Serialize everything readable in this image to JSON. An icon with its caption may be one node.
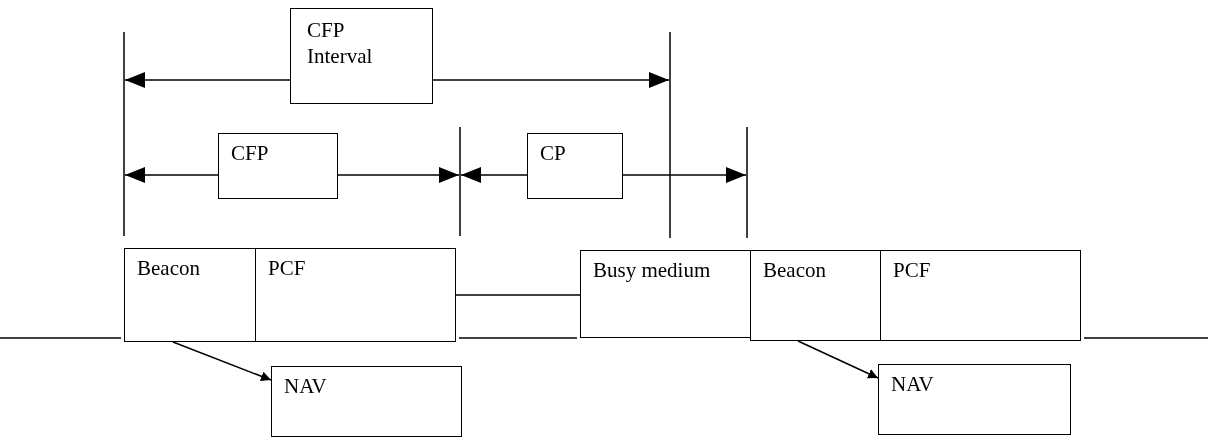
{
  "diagram": {
    "nodes": [
      {
        "text": [
          "CFP Interval"
        ]
      },
      {
        "text": [
          "CFP"
        ]
      },
      {
        "text": [
          "CP"
        ]
      },
      {
        "text": [
          "Beacon"
        ]
      },
      {
        "text": [
          "PCF"
        ]
      },
      {
        "text": [
          "Busy medium"
        ]
      },
      {
        "text": [
          "Beacon"
        ]
      },
      {
        "text": [
          "PCF"
        ]
      },
      {
        "text": [
          "NAV"
        ]
      },
      {
        "text": [
          "NAV"
        ]
      }
    ],
    "edges": [
      {
        "from": 4,
        "to": 5,
        "arrow": "none"
      },
      {
        "from": 3,
        "to": 8,
        "arrow": "to"
      },
      {
        "from": 6,
        "to": 9,
        "arrow": "to"
      }
    ]
  }
}
